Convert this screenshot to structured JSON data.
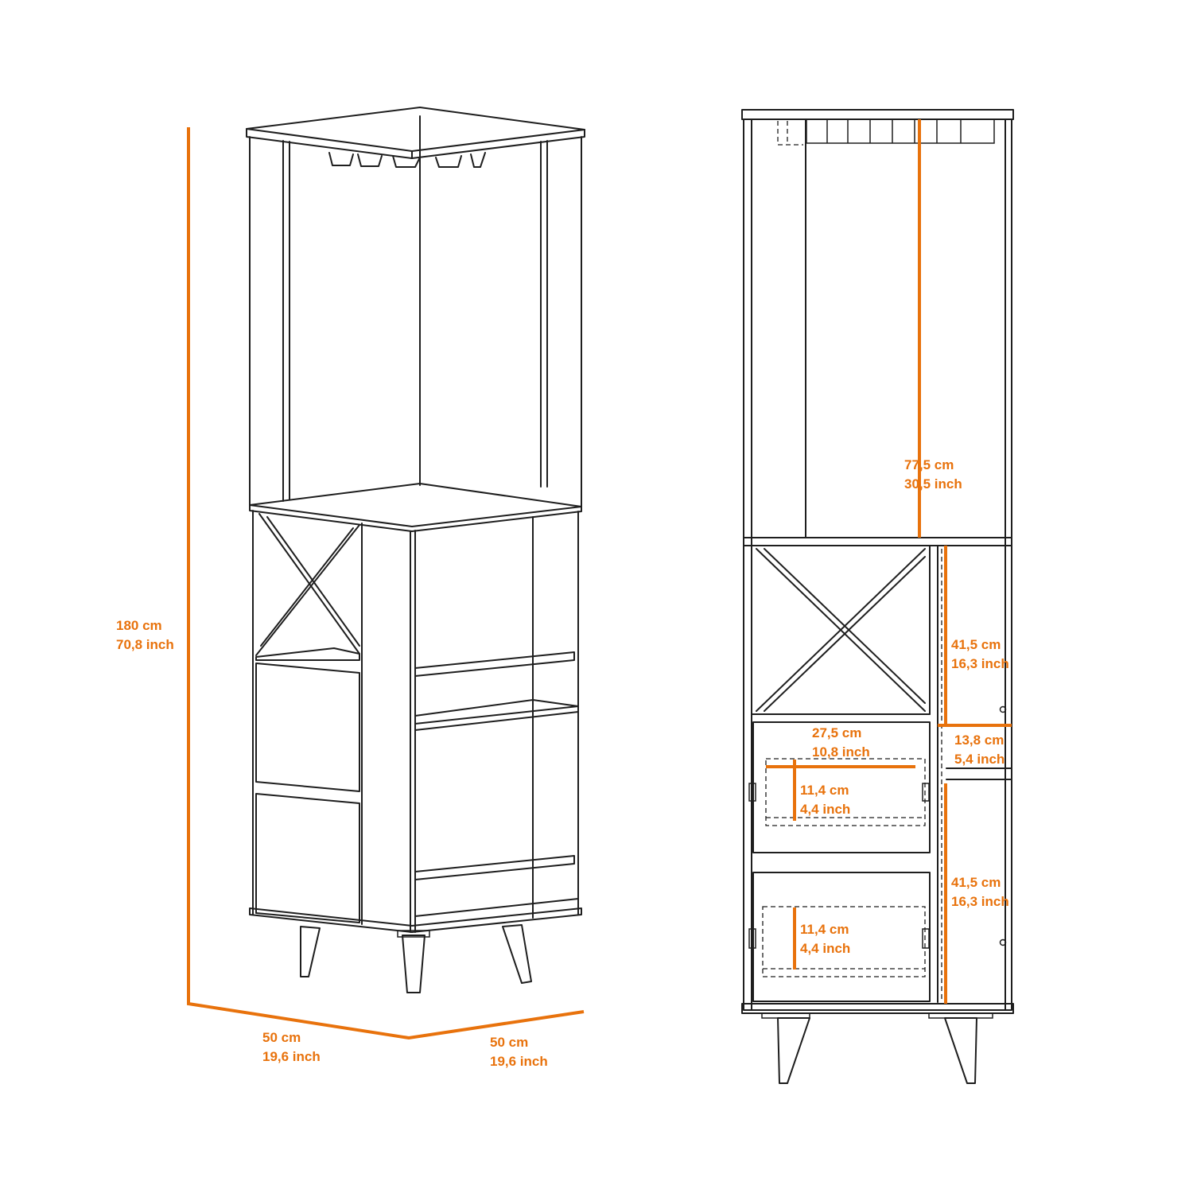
{
  "accent_color": "#e8720c",
  "line_color": "#1e1e1e",
  "perspective_view": {
    "height": {
      "cm": "180 cm",
      "inch": "70,8 inch"
    },
    "width_left": {
      "cm": "50 cm",
      "inch": "19,6 inch"
    },
    "width_right": {
      "cm": "50 cm",
      "inch": "19,6 inch"
    }
  },
  "front_view": {
    "upper_compartment": {
      "cm": "77,5 cm",
      "inch": "30,5 inch"
    },
    "right_upper_door": {
      "cm": "41,5 cm",
      "inch": "16,3 inch"
    },
    "right_middle_shelf": {
      "cm": "13,8 cm",
      "inch": "5,4 inch"
    },
    "right_lower_door": {
      "cm": "41,5 cm",
      "inch": "16,3 inch"
    },
    "drawer_width": {
      "cm": "27,5 cm",
      "inch": "10,8 inch"
    },
    "upper_drawer_depth": {
      "cm": "11,4 cm",
      "inch": "4,4 inch"
    },
    "lower_drawer_depth": {
      "cm": "11,4 cm",
      "inch": "4,4 inch"
    }
  }
}
